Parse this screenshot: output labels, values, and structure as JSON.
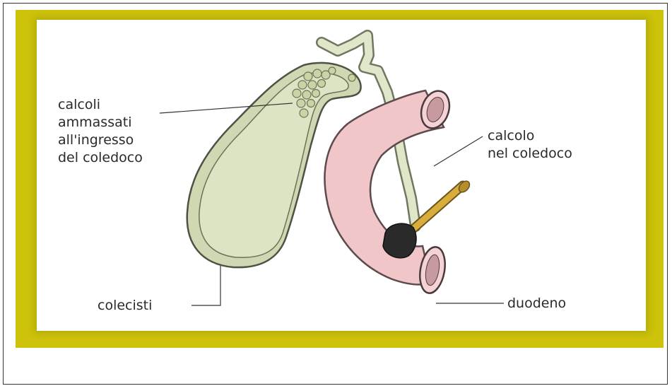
{
  "labels": {
    "calcoli": [
      "calcoli",
      "ammassati",
      "all'ingresso",
      "del coledoco"
    ],
    "calcolo": [
      "calcolo",
      "nel coledoco"
    ],
    "colecisti": "colecisti",
    "duodeno": "duodeno"
  },
  "colors": {
    "frame_yellow": "#cdc30a",
    "gallbladder": "#d9e2c0",
    "duodenum": "#f2c8cc",
    "probe": "#d8ad3c",
    "stone": "#2a2a2a"
  }
}
